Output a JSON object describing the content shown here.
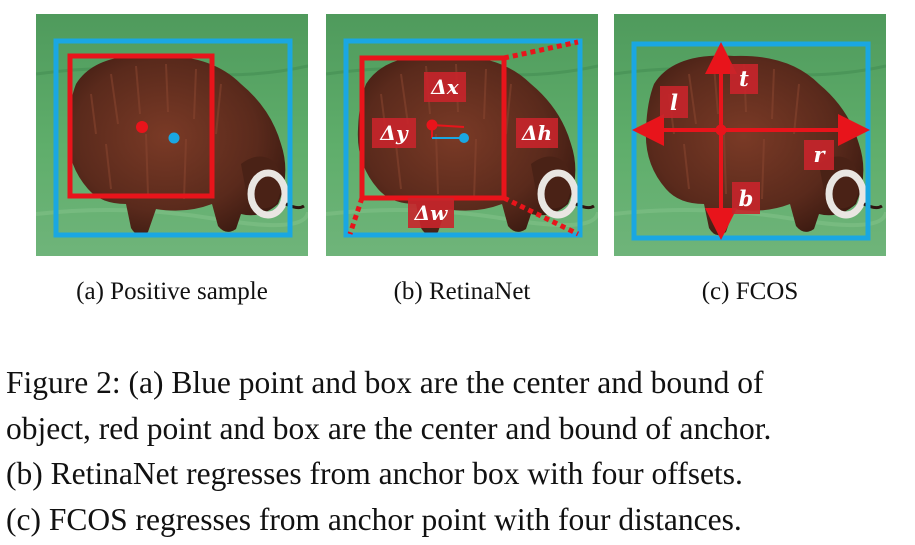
{
  "panels": [
    {
      "id": "a",
      "caption": "(a)  Positive sample"
    },
    {
      "id": "b",
      "caption": "(b)  RetinaNet",
      "labels": {
        "dx": "Δx",
        "dy": "Δy",
        "dh": "Δh",
        "dw": "Δw"
      }
    },
    {
      "id": "c",
      "caption": "(c)  FCOS",
      "labels": {
        "t": "t",
        "l": "l",
        "r": "r",
        "b": "b"
      }
    }
  ],
  "figure_caption": [
    "Figure 2: (a) Blue point and box are the center and bound of",
    "object, red point and box are the center and bound of anchor.",
    "(b) RetinaNet regresses from anchor box with four offsets.",
    "(c) FCOS regresses from anchor point with four distances."
  ],
  "colors": {
    "anchor": "#e8141b",
    "object": "#1aa7e2",
    "label_bg": "#c8252b",
    "grass": "#5aa36a",
    "fur": "#5a2a1c"
  }
}
